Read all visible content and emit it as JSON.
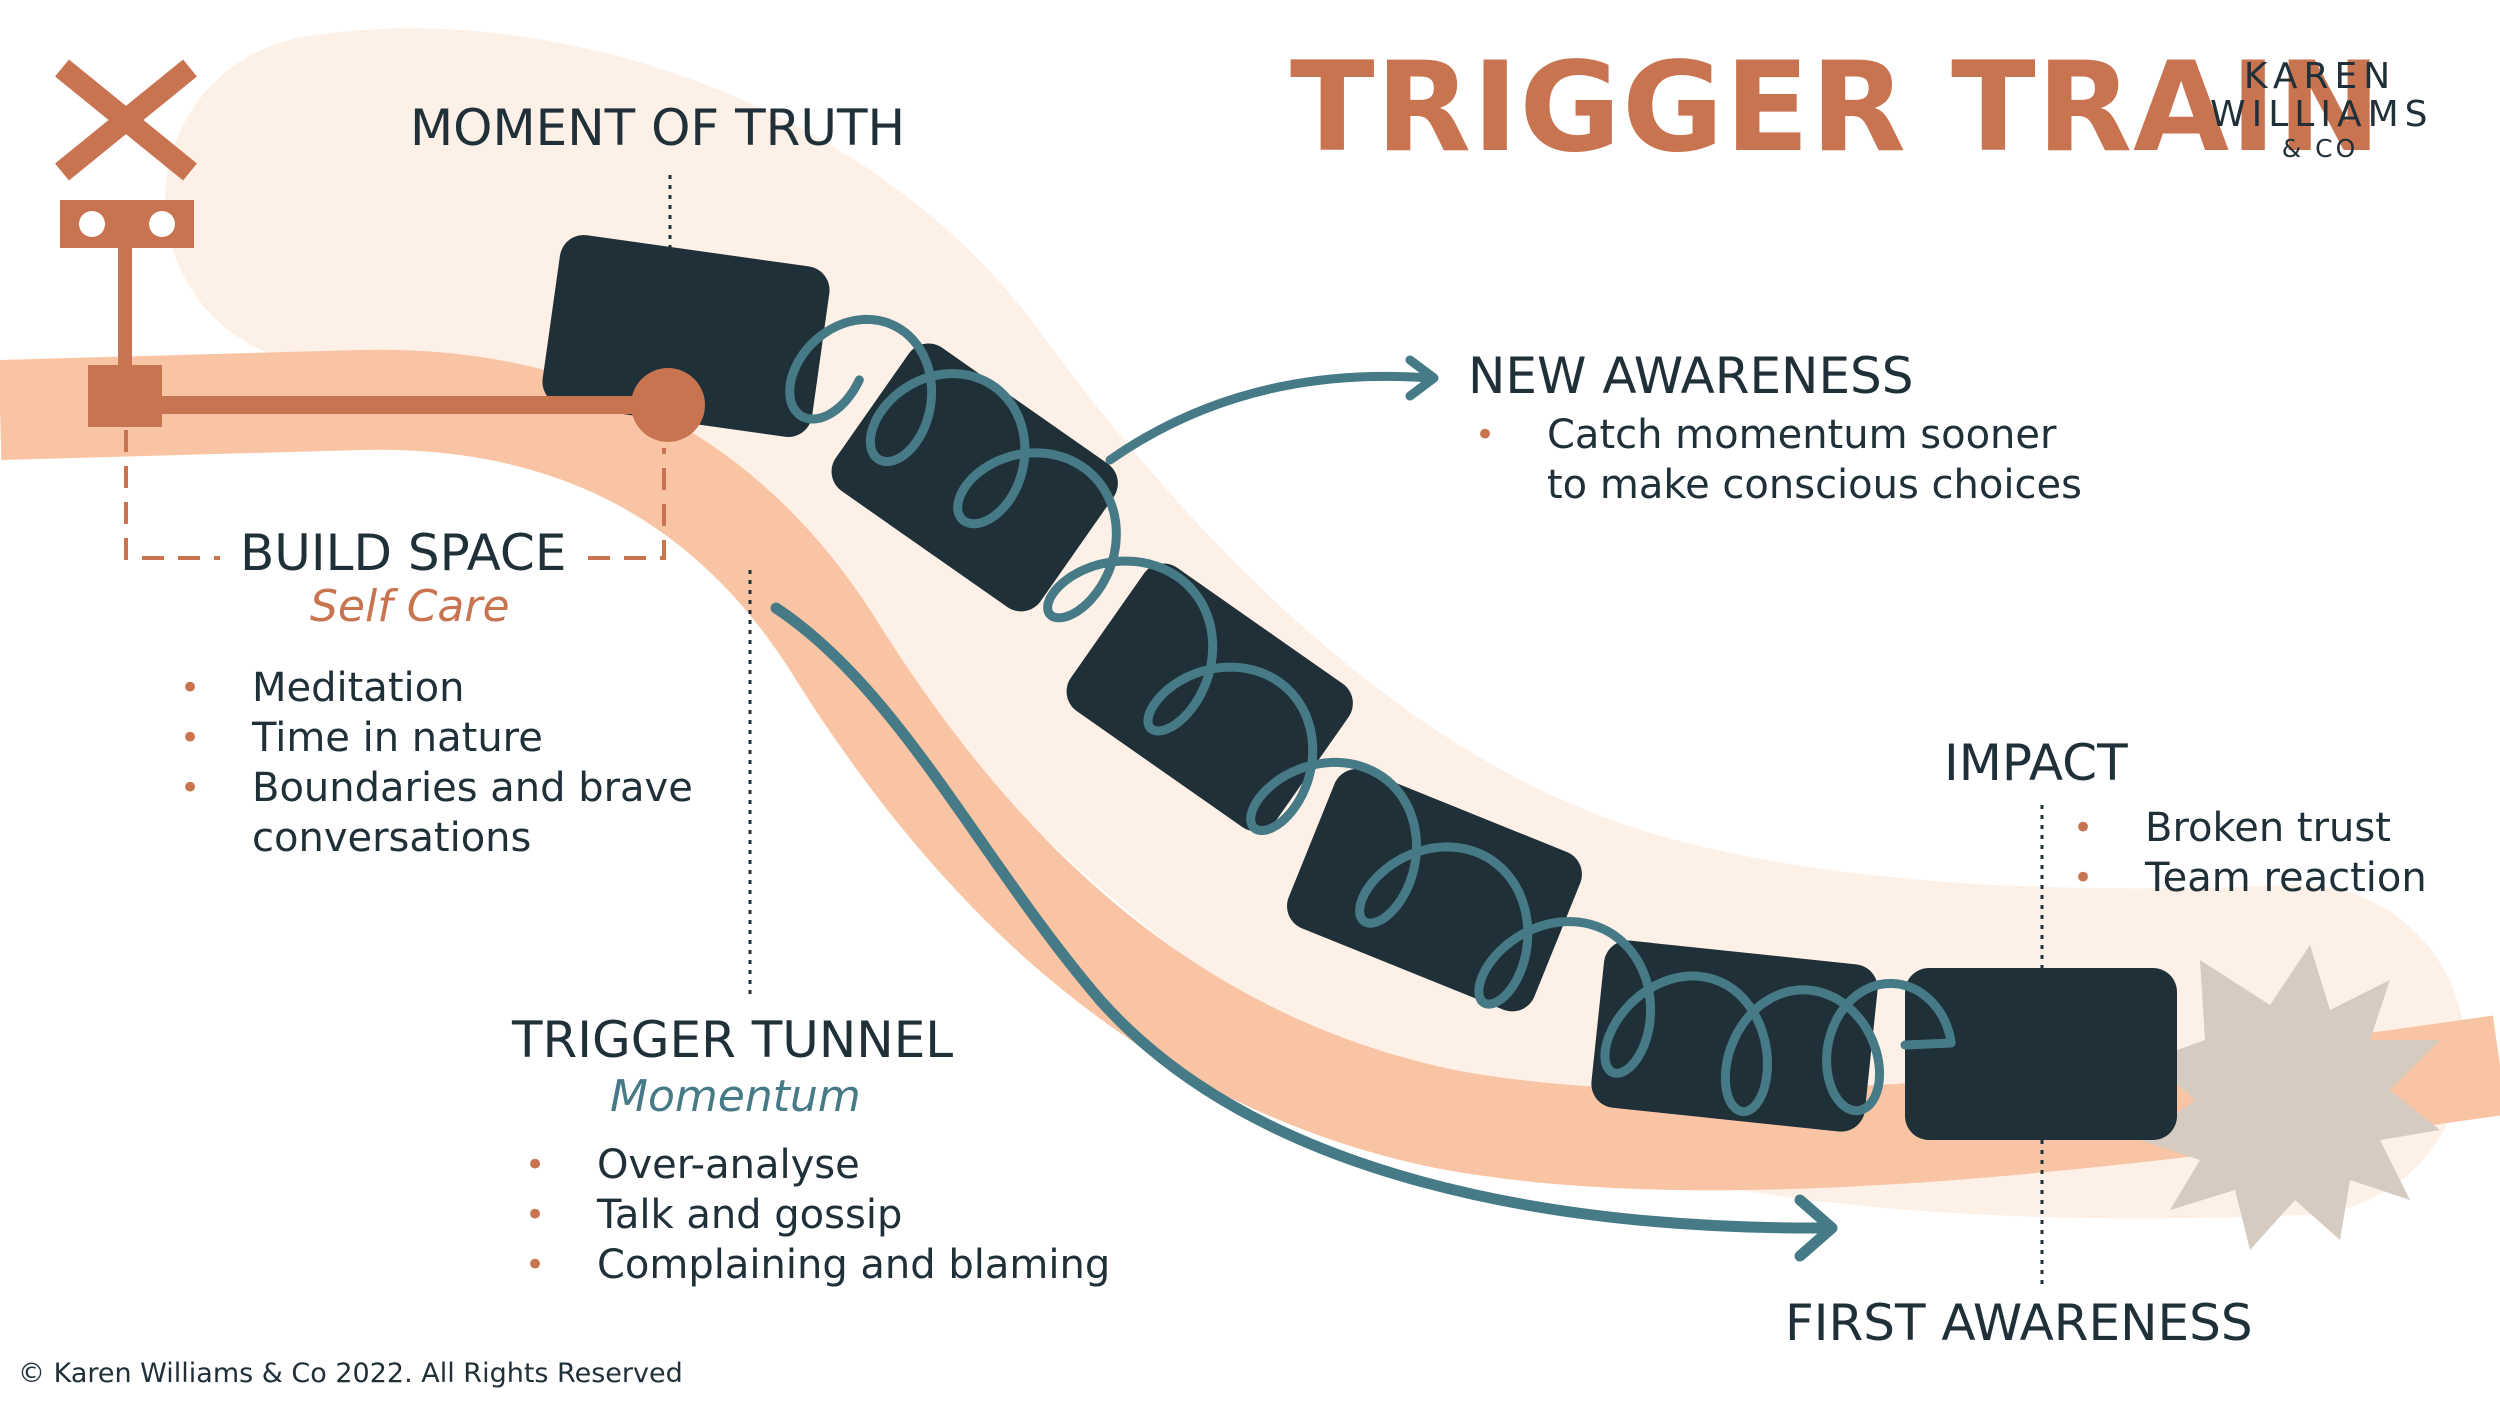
{
  "title": "TRIGGER TRAIN",
  "brand": {
    "line1": "KAREN",
    "line2": "WILLIAMS",
    "line3": "& CO"
  },
  "moment_of_truth": {
    "heading": "MOMENT OF TRUTH"
  },
  "build_space": {
    "heading": "BUILD SPACE",
    "subheading": "Self Care",
    "items": [
      "Meditation",
      "Time in nature",
      "Boundaries and brave",
      "conversations"
    ]
  },
  "new_awareness": {
    "heading": "NEW AWARENESS",
    "items": [
      "Catch momentum sooner",
      "to make conscious choices"
    ]
  },
  "trigger_tunnel": {
    "heading": "TRIGGER TUNNEL",
    "subheading": "Momentum",
    "items": [
      "Over-analyse",
      "Talk and gossip",
      "Complaining and blaming"
    ]
  },
  "impact": {
    "heading": "IMPACT",
    "items": [
      "Broken trust",
      "Team reaction"
    ]
  },
  "first_awareness": {
    "heading": "FIRST AWARENESS"
  },
  "footer": {
    "copyright": "© Karen Williams & Co 2022. All Rights Reserved"
  },
  "colors": {
    "orange": "#c97450",
    "navy": "#203038",
    "teal": "#457a86",
    "peach": "#f9c4a3",
    "cream": "#fdf0e7",
    "burst": "#d6cbc0"
  },
  "icons": [
    "railway-crossing-icon",
    "explosion-burst-icon"
  ]
}
